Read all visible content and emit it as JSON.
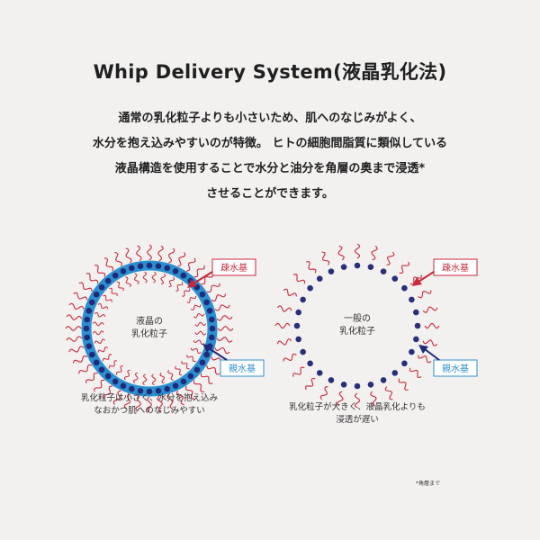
{
  "title": "Whip Delivery System(液晶乳化法)",
  "lead": [
    "通常の乳化粒子よりも小さいため、肌へのなじみがよく、",
    "水分を抱え込みやすいのが特徴。 ヒトの細胞間脂質に類似している",
    "液晶構造を使用することで水分と油分を角層の奥まで浸透*",
    "させることができます。"
  ],
  "left": {
    "center_label": [
      "液晶の",
      "乳化粒子"
    ],
    "hydrophobic_label": "疎水基",
    "hydrophilic_label": "親水基",
    "caption": [
      "乳化粒子は小さく、水分を抱え込み",
      "なおかつ肌へのなじみやすい"
    ]
  },
  "right": {
    "center_label": [
      "一般の",
      "乳化粒子"
    ],
    "hydrophobic_label": "疎水基",
    "hydrophilic_label": "親水基",
    "caption": [
      "乳化粒子が大きく、液晶乳化よりも",
      "浸透が遅い"
    ]
  },
  "footnote": "*角層まで",
  "colors": {
    "hydrophobic": "#c9283a",
    "hydrophilic": "#2b8fd0",
    "dot_dark": "#1f2a78",
    "ring_dot": "#2a2f7a"
  }
}
